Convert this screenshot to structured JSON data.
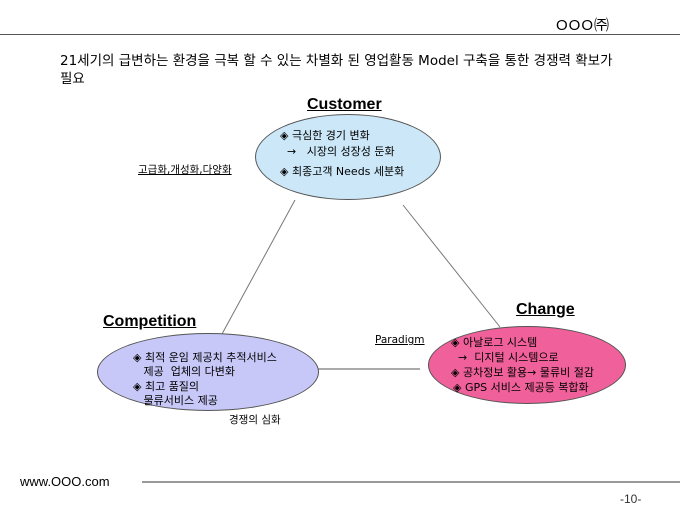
{
  "header": {
    "company": "OOO㈜"
  },
  "title": "21세기의 급변하는 환경을 극복 할 수 있는 차별화 된 영업활동 Model 구축을 통한 경쟁력 확보가 필요",
  "customer": {
    "label": "Customer",
    "lines": [
      "◈ 극심한 경기 변화",
      "  →   시장의 성장성 둔화",
      "◈ 최종고객 Needs 세분화"
    ],
    "side_note": "고급화,개성화,다양화",
    "color": "#cce8f8"
  },
  "competition": {
    "label": "Competition",
    "lines": [
      "◈ 최적 운임 제공치 추적서비스",
      "   제공  업체의 다변화",
      "◈ 최고 품질의",
      "   물류서비스 제공"
    ],
    "side_note": "경쟁의 심화",
    "color": "#c8c8f8"
  },
  "change": {
    "label": "Change",
    "lines": [
      "◈ 아날로그 시스템",
      "  →  디지털 시스템으로",
      "◈ 공차정보 활용→  물류비 절감",
      "◈ GPS 서비스 제공등 복합화"
    ],
    "side_note": "Paradigm",
    "color": "#f0609a"
  },
  "footer": {
    "url": "www.OOO.com",
    "page": "-10-"
  }
}
